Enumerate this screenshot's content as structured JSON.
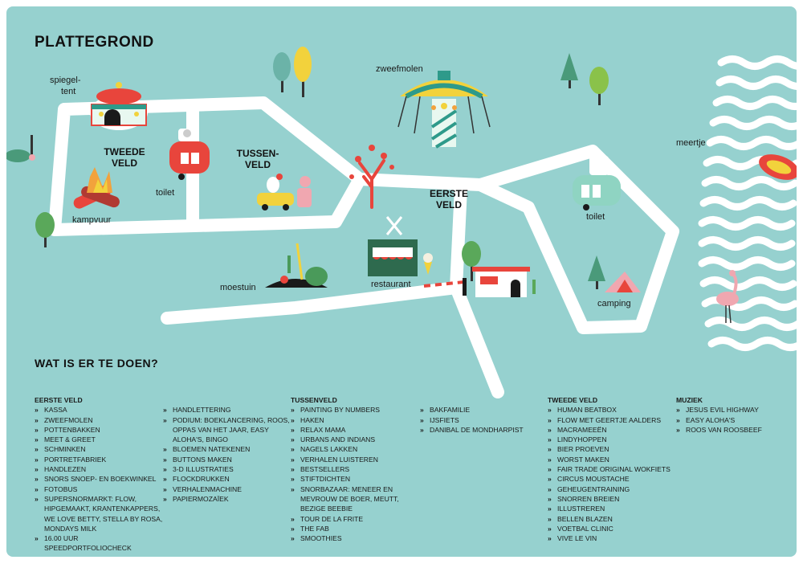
{
  "title": "PLATTEGROND",
  "labels": {
    "spiegeltent_1": "spiegel-",
    "spiegeltent_2": "tent",
    "zweefmolen": "zweefmolen",
    "meertje": "meertje",
    "toilet_left": "toilet",
    "toilet_right": "toilet",
    "kampvuur": "kampvuur",
    "moestuin": "moestuin",
    "restaurant": "restaurant",
    "camping": "camping"
  },
  "fields": {
    "tweede_1": "TWEEDE",
    "tweede_2": "VELD",
    "tussen_1": "TUSSEN-",
    "tussen_2": "VELD",
    "eerste_1": "EERSTE",
    "eerste_2": "VELD"
  },
  "activities_heading": "WAT IS ER TE DOEN?",
  "columns": [
    {
      "heading": "EERSTE VELD",
      "items": [
        "KASSA",
        "ZWEEFMOLEN",
        "POTTENBAKKEN",
        "MEET & GREET",
        "SCHMINKEN",
        "PORTRETFABRIEK",
        "HANDLEZEN",
        "SNORS SNOEP- EN BOEKWINKEL",
        "FOTOBUS",
        "SUPERSNORMARKT: FLOW, HIPGEMAAKT, KRANTENKAPPERS, WE LOVE BETTY, STELLA BY ROSA, MONDAYS MILK",
        "16.00 UUR SPEEDPORTFOLIOCHECK"
      ]
    },
    {
      "heading": "",
      "items": [
        "HANDLETTERING",
        "PODIUM: BOEKLANCERING, ROOS, OPPAS VAN HET JAAR, EASY ALOHA'S, BINGO",
        "BLOEMEN NATEKENEN",
        "BUTTONS MAKEN",
        "3-D ILLUSTRATIES",
        "FLOCKDRUKKEN",
        "VERHALENMACHINE",
        "PAPIERMOZAÏEK"
      ]
    },
    {
      "heading": "TUSSENVELD",
      "items": [
        "PAINTING BY NUMBERS",
        "HAKEN",
        "RELAX MAMA",
        "URBANS AND INDIANS",
        "NAGELS LAKKEN",
        "VERHALEN LUISTEREN",
        "BESTSELLERS",
        "STIFTDICHTEN",
        "SNORBAZAAR: MENEER EN MEVROUW DE BOER, MEUTT, BEZIGE BEEBIE",
        "TOUR DE LA FRITE",
        "THE FAB",
        "SMOOTHIES"
      ]
    },
    {
      "heading": "",
      "items": [
        "BAKFAMILIE",
        "IJSFIETS",
        "DANIBAL DE MONDHARPIST"
      ]
    },
    {
      "heading": "TWEEDE VELD",
      "items": [
        "HUMAN BEATBOX",
        "FLOW MET GEERTJE AALDERS",
        "MACRAMEEËN",
        "LINDYHOPPEN",
        "BIER PROEVEN",
        "WORST MAKEN",
        "FAIR TRADE ORIGINAL WOKFIETS",
        "CIRCUS MOUSTACHE",
        "GEHEUGENTRAINING",
        "SNORREN BREIEN",
        "ILLUSTREREN",
        "BELLEN BLAZEN",
        "VOETBAL CLINIC",
        "VIVE LE VIN"
      ]
    },
    {
      "heading": "MUZIEK",
      "items": [
        "JESUS EVIL HIGHWAY",
        "EASY ALOHA'S",
        "ROOS VAN ROOSBEEF"
      ]
    }
  ],
  "colors": {
    "background": "#96d1cf",
    "road": "#ffffff",
    "red": "#e8453c",
    "yellow": "#f2d23c",
    "green": "#5aa85a",
    "pink": "#f0a7b0"
  }
}
